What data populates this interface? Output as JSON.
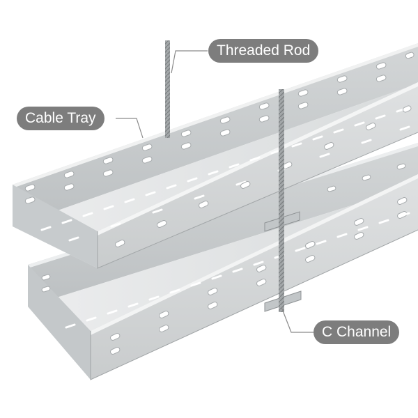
{
  "labels": {
    "threaded_rod": "Threaded Rod",
    "cable_tray": "Cable Tray",
    "c_channel": "C Channel"
  },
  "colors": {
    "background": "#ffffff",
    "label_fill": "#7d7d7d",
    "label_text": "#ffffff",
    "leader_line": "#888888",
    "tray_light": "#e4e6e7",
    "tray_mid": "#d2d5d6",
    "tray_dark": "#b9bdbf",
    "rod": "#9a9ea0"
  }
}
